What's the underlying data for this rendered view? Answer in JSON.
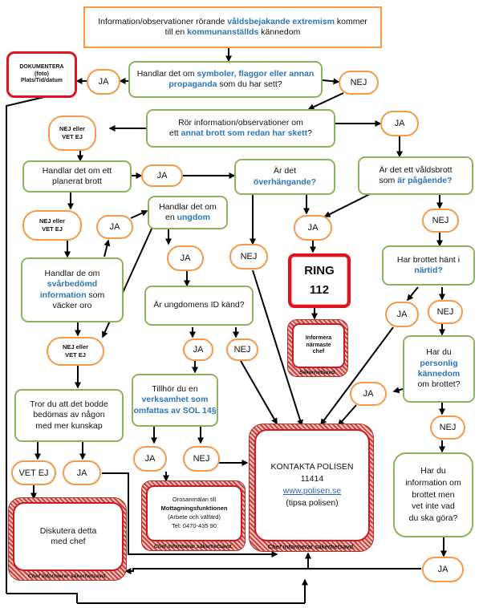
{
  "nodes": {
    "start": {
      "pre": "Information/observationer rörande ",
      "mid": "våldsbejakande extremism",
      "post": " kommer",
      "line2_pre": "till en ",
      "line2_mid": "kommunanställds",
      "line2_post": " kännedom"
    },
    "dokumentera": {
      "l1": "DOKUMENTERA",
      "l2": "(foto)",
      "l3": "Plats/Tid/datum"
    },
    "q_symboler": {
      "pre": "Handlar det om ",
      "mid1": "symboler, flaggor eller annan",
      "mid2": "propaganda",
      "post": " som du har sett?"
    },
    "q_annat_brott": {
      "l1": "Rör information/observationer om",
      "pre": "ett ",
      "mid": "annat brott som redan har skett",
      "post": "?"
    },
    "q_planerat": {
      "l1": "Handlar det om ett",
      "l2": "planerat brott"
    },
    "q_overhangande": {
      "l1": "Är det",
      "mid": "överhängande?"
    },
    "q_valdsbrott": {
      "l1": "Är det ett våldsbrott",
      "pre": "som ",
      "mid": "är pågående?"
    },
    "q_ungdom": {
      "l1": "Handlar det om",
      "pre": "en ",
      "mid": "ungdom"
    },
    "q_svarbedomd": {
      "l1": "Handlar de om",
      "mid1": "svårbedömd",
      "mid2": "information",
      "post": " som",
      "l4": "väcker oro"
    },
    "q_id_kand": {
      "text": "Är ungdomens ID känd?"
    },
    "q_nartid": {
      "l1": "Har brottet hänt i",
      "mid": "närtid?"
    },
    "q_personlig": {
      "l1": "Har du",
      "mid1": "personlig",
      "mid2": "kännedom",
      "l4": "om brottet?"
    },
    "q_verksamhet": {
      "l1": "Tillhör du en",
      "mid1": "verksamhet som",
      "mid2": "omfattas av SOL 14§"
    },
    "q_bedomas": {
      "l1": "Tror du att det bodde",
      "l2": "bedömas av någon",
      "l3": "med mer kunskap"
    },
    "q_vet_inte": {
      "l1": "Har du",
      "l2": "information om",
      "l3": "brottet men",
      "l4": "vet inte vad",
      "l5": "du ska göra?"
    },
    "ring": {
      "l1": "RING",
      "l2": "112"
    },
    "informera": {
      "l1": "Informera",
      "l2": "närmaste",
      "l3": "chef",
      "foot": "Säkerhetsavd."
    },
    "orosanmalan": {
      "l1": "Orosanmälan till",
      "l2": "Mottagningsfunktionen",
      "l3": "(Arbete och välfärd)",
      "l4": "Tel: 0470-435 90",
      "foot": "Chef informerar säkerhetsavd."
    },
    "kontakta": {
      "l1": "KONTAKTA POLISEN",
      "l2": "11414",
      "link": "www.polisen.se",
      "l4": "(tipsa polisen)",
      "foot": "Chef informerar säkerhetsavd."
    },
    "diskutera": {
      "l1": "Diskutera detta",
      "l2": "med chef",
      "foot": "Chef informerar säkerhetsavd."
    }
  },
  "labels": {
    "ja": "JA",
    "nej": "NEJ",
    "nej_eller": "NEJ eller",
    "vet_ej_small": "VET EJ",
    "vet_ej": "VET EJ"
  }
}
